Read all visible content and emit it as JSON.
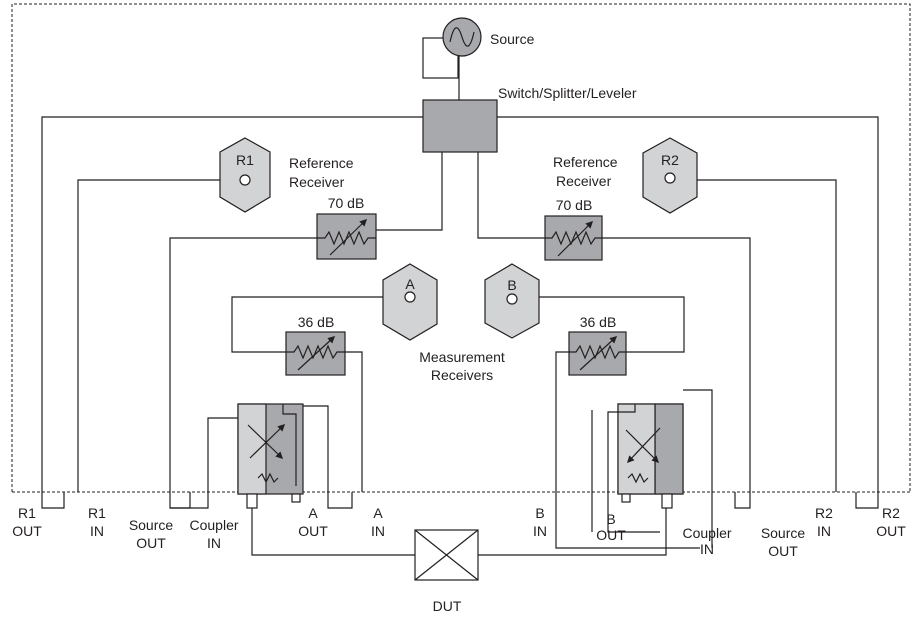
{
  "labels": {
    "source": "Source",
    "switch": "Switch/Splitter/Leveler",
    "ref_left_1": "Reference",
    "ref_left_2": "Receiver",
    "ref_right_1": "Reference",
    "ref_right_2": "Receiver",
    "r1": "R1",
    "r2": "R2",
    "a": "A",
    "b": "B",
    "att70_left": "70 dB",
    "att70_right": "70 dB",
    "att36_left": "36 dB",
    "att36_right": "36 dB",
    "meas_1": "Measurement",
    "meas_2": "Receivers",
    "dut": "DUT"
  },
  "ports": {
    "r1_out": [
      "R1",
      "OUT"
    ],
    "r1_in": [
      "R1",
      "IN"
    ],
    "source_out_left": [
      "Source",
      "OUT"
    ],
    "coupler_in_left": [
      "Coupler",
      "IN"
    ],
    "a_out": [
      "A",
      "OUT"
    ],
    "a_in": [
      "A",
      "IN"
    ],
    "b_in": [
      "B",
      "IN"
    ],
    "b_out": [
      "B",
      "OUT"
    ],
    "coupler_in_right": [
      "Coupler",
      "IN"
    ],
    "source_out_right": [
      "Source",
      "OUT"
    ],
    "r2_in": [
      "R2",
      "IN"
    ],
    "r2_out": [
      "R2",
      "OUT"
    ]
  },
  "colors": {
    "line": "#231f20",
    "component_fill": "#a7a9ac",
    "receiver_fill": "#d1d3d4"
  }
}
